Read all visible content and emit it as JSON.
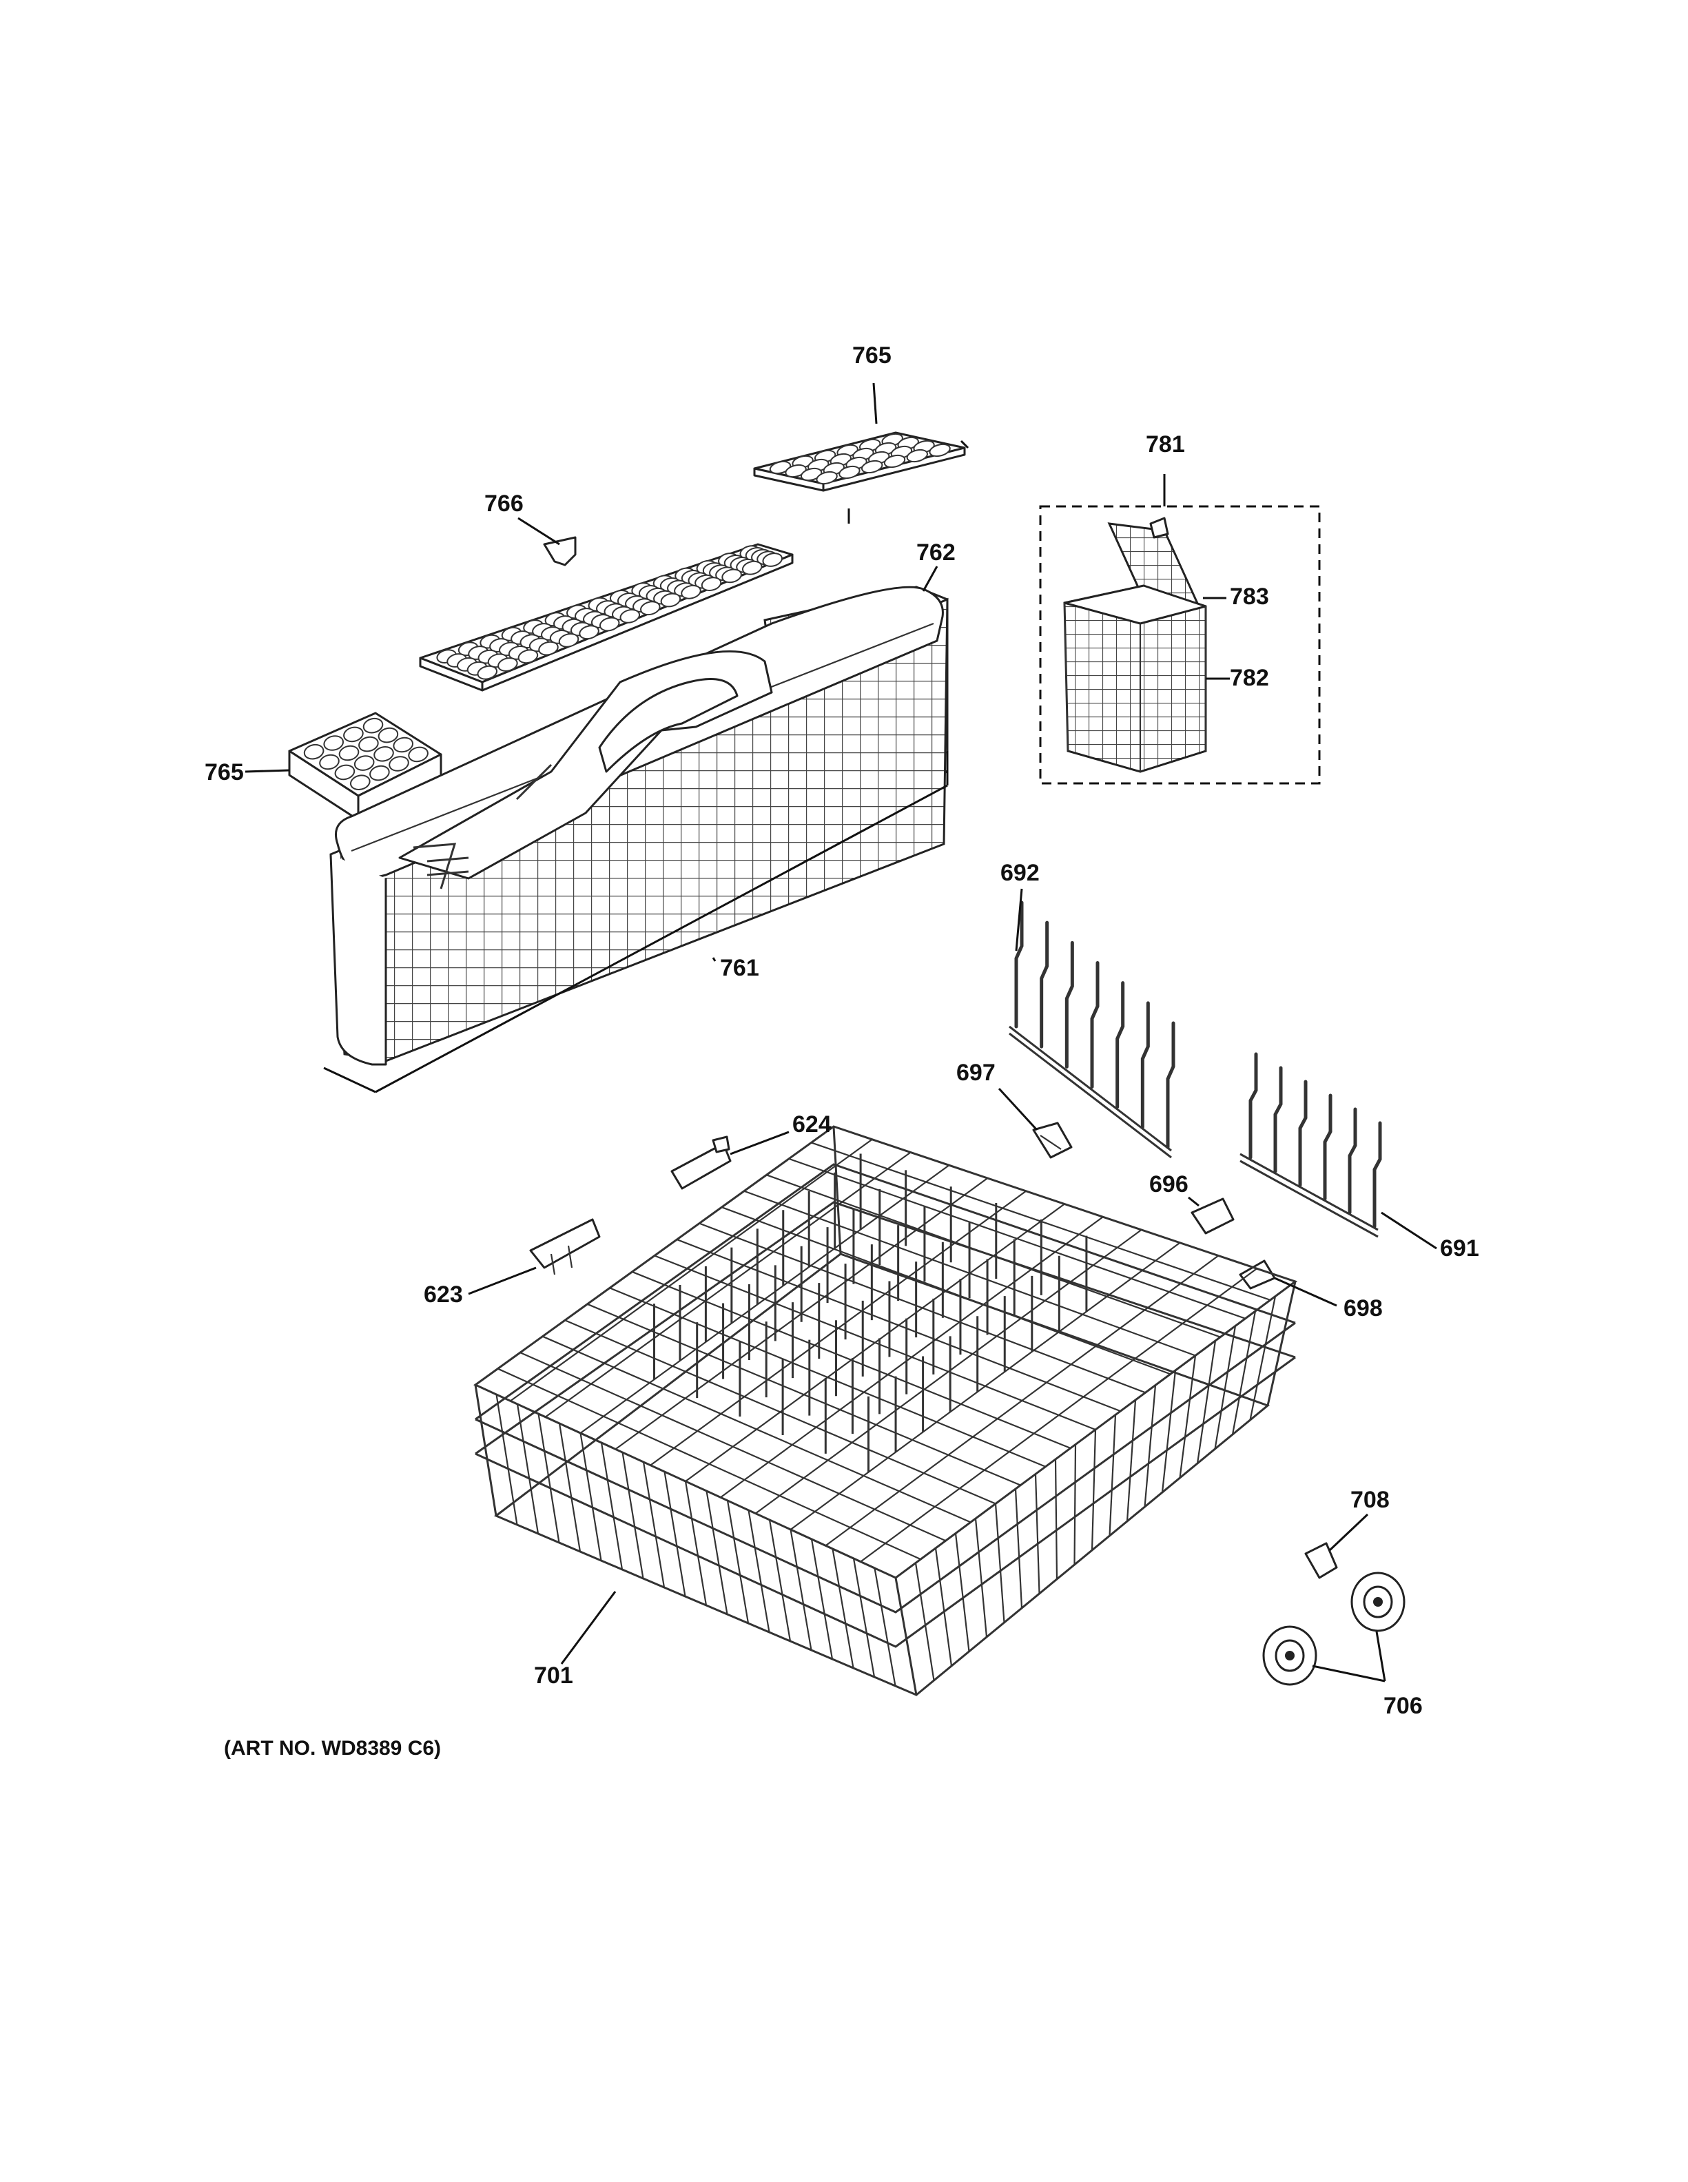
{
  "art_number": "(ART NO. WD8389 C6)",
  "callouts": {
    "c765_top": "765",
    "c766": "766",
    "c762": "762",
    "c765_left": "765",
    "c761": "761",
    "c781": "781",
    "c783": "783",
    "c782": "782",
    "c692": "692",
    "c697": "697",
    "c624": "624",
    "c696": "696",
    "c691": "691",
    "c623": "623",
    "c698": "698",
    "c708": "708",
    "c701": "701",
    "c706": "706"
  }
}
